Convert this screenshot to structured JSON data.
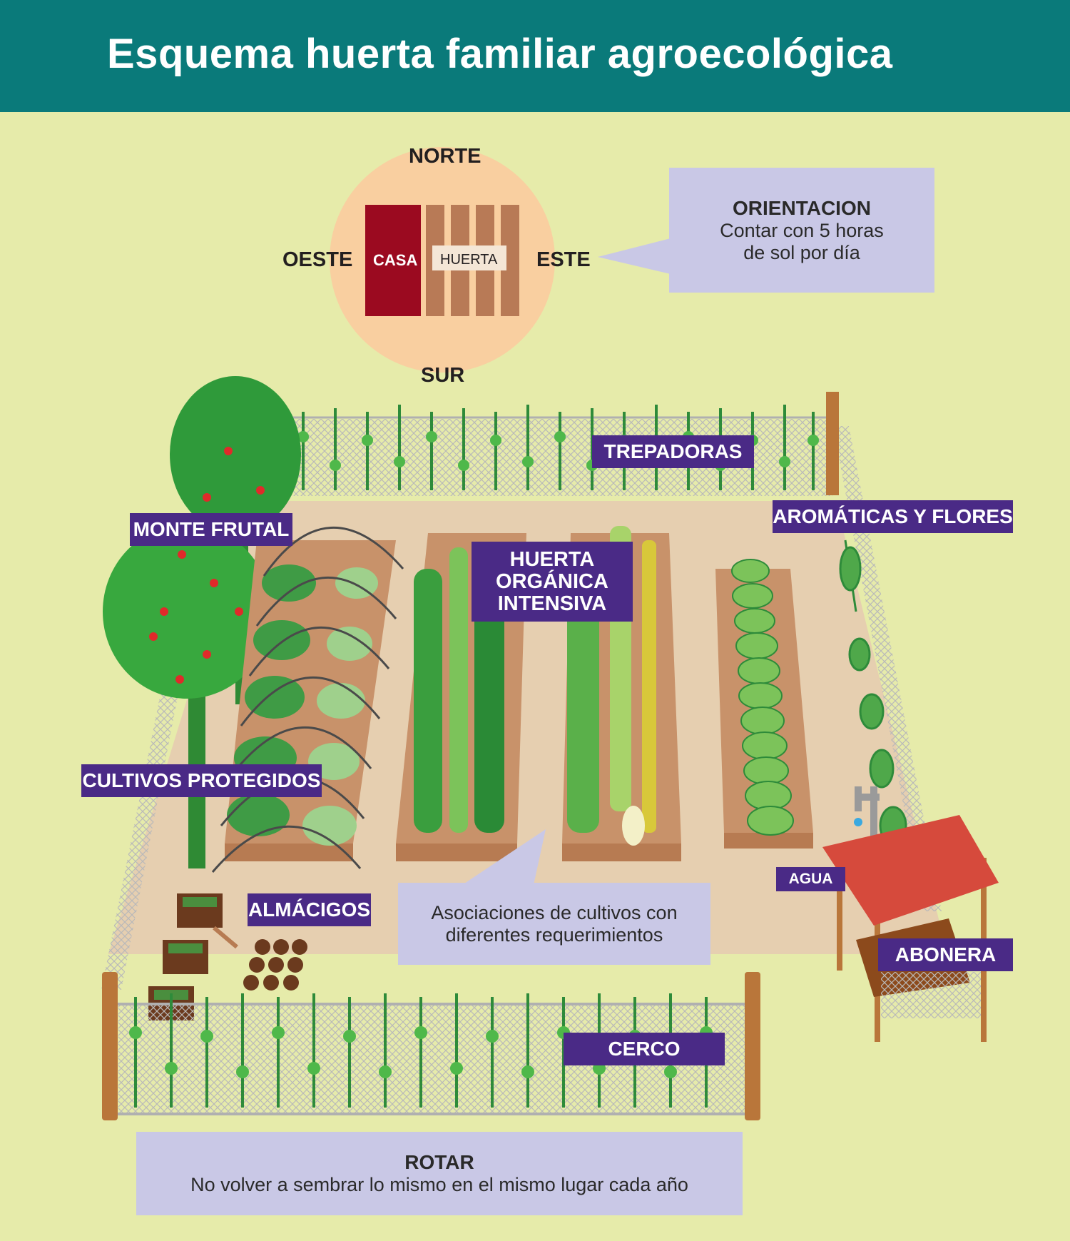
{
  "title": "Esquema huerta familiar agroecológica",
  "compass": {
    "north": "NORTE",
    "south": "SUR",
    "east": "ESTE",
    "west": "OESTE",
    "house": "CASA",
    "garden": "HUERTA"
  },
  "orientation": {
    "heading": "ORIENTACION",
    "line1": "Contar con 5 horas",
    "line2": "de sol por día"
  },
  "labels": {
    "trepadoras": "TREPADORAS",
    "aromaticas": "AROMÁTICAS Y FLORES",
    "monte_frutal": "MONTE FRUTAL",
    "huerta_1": "HUERTA",
    "huerta_2": "ORGÁNICA",
    "huerta_3": "INTENSIVA",
    "cultivos_protegidos": "CULTIVOS PROTEGIDOS",
    "almacigos": "ALMÁCIGOS",
    "agua": "AGUA",
    "abonera": "ABONERA",
    "cerco": "CERCO"
  },
  "associations": {
    "line1": "Asociaciones de cultivos con",
    "line2": "diferentes requerimientos"
  },
  "rotate": {
    "heading": "ROTAR",
    "text": "No volver a sembrar lo mismo en el mismo lugar cada año"
  },
  "colors": {
    "header": "#0a7a7a",
    "background": "#e6ebaa",
    "label": "#4a2a86",
    "callout": "#c9c8e6",
    "house": "#9b0a20",
    "soil": "#e6cfb0",
    "bed": "#c8926a",
    "roof": "#d64a3c"
  }
}
